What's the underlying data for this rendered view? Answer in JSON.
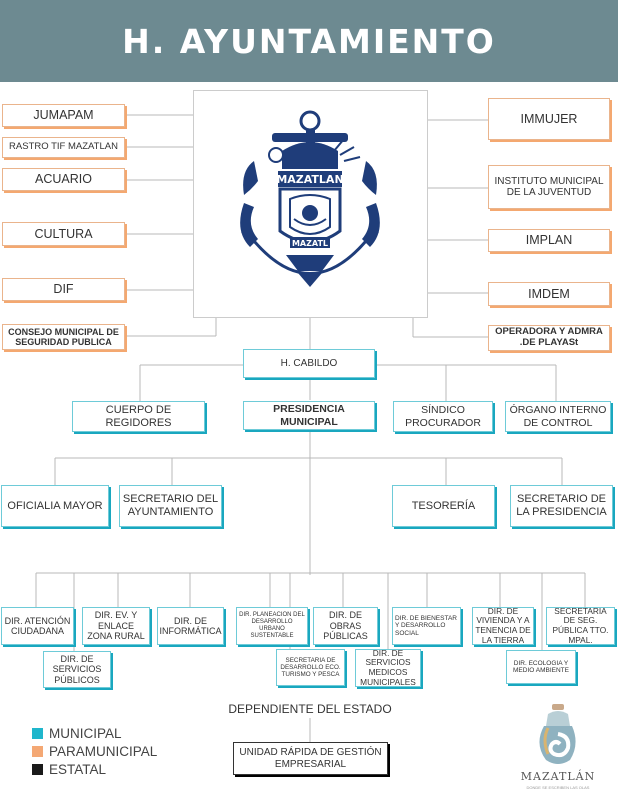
{
  "header": {
    "title": "H. AYUNTAMIENTO"
  },
  "para_left": [
    "JUMAPAM",
    "RASTRO TIF MAZATLAN",
    "ACUARIO",
    "CULTURA",
    "DIF",
    "CONSEJO MUNICIPAL DE SEGURIDAD PUBLICA"
  ],
  "para_right": [
    "IMMUJER",
    "INSTITUTO MUNICIPAL DE LA JUVENTUD",
    "IMPLAN",
    "IMDEM",
    "OPERADORA Y ADMRA .DE PLAYASt"
  ],
  "crest": {
    "top_text": "MAZATLAN",
    "bottom_text": "MAZATL"
  },
  "cabildo": "H. CABILDO",
  "level2": [
    "CUERPO DE REGIDORES",
    "PRESIDENCIA MUNICIPAL",
    "SÍNDICO PROCURADOR",
    "ÓRGANO INTERNO DE CONTROL"
  ],
  "level3": [
    "OFICIALIA MAYOR",
    "SECRETARIO DEL AYUNTAMIENTO",
    "TESORERÍA",
    "SECRETARIO DE LA PRESIDENCIA"
  ],
  "directions": [
    "DIR. ATENCIÓN CIUDADANA",
    "DIR. DE SERVICIOS PÚBLICOS",
    "DIR. EV. Y ENLACE ZONA RURAL",
    "DIR. DE INFORMÁTICA",
    "DIR. PLANEACION DEL DESARROLLO URBANO SUSTENTABLE",
    "SECRETARIA DE DESARROLLO ECO. TURISMO Y PESCA",
    "DIR. DE OBRAS PÚBLICAS",
    "DIR. DE SERVICIOS MEDICOS MUNICIPALES",
    "DIR. DE BIENESTAR Y DESARROLLO SOCIAL",
    "DIR. DE VIVIENDA Y A TENENCIA DE LA TIERRA",
    "DIR. ECOLOGIA Y MEDIO AMBIENTE",
    "SECRETARIA DE SEG. PÚBLICA TTO. MPAL."
  ],
  "dependiente": {
    "label": "DEPENDIENTE DEL ESTADO",
    "unit": "UNIDAD RÁPIDA DE GESTIÓN EMPRESARIAL"
  },
  "legend": [
    {
      "label": "MUNICIPAL",
      "color": "#1fb6cc"
    },
    {
      "label": "PARAMUNICIPAL",
      "color": "#f4a874"
    },
    {
      "label": "ESTATAL",
      "color": "#1a1a1a"
    }
  ],
  "logo": {
    "name": "MAZATLÁN",
    "tagline": "DONDE SE ESCRIBEN LAS OLAS"
  },
  "colors": {
    "header": "#6d8a91",
    "crest": "#1f3d7a",
    "municipal": "#1aa7bf",
    "paramunicipal": "#f4a870"
  }
}
